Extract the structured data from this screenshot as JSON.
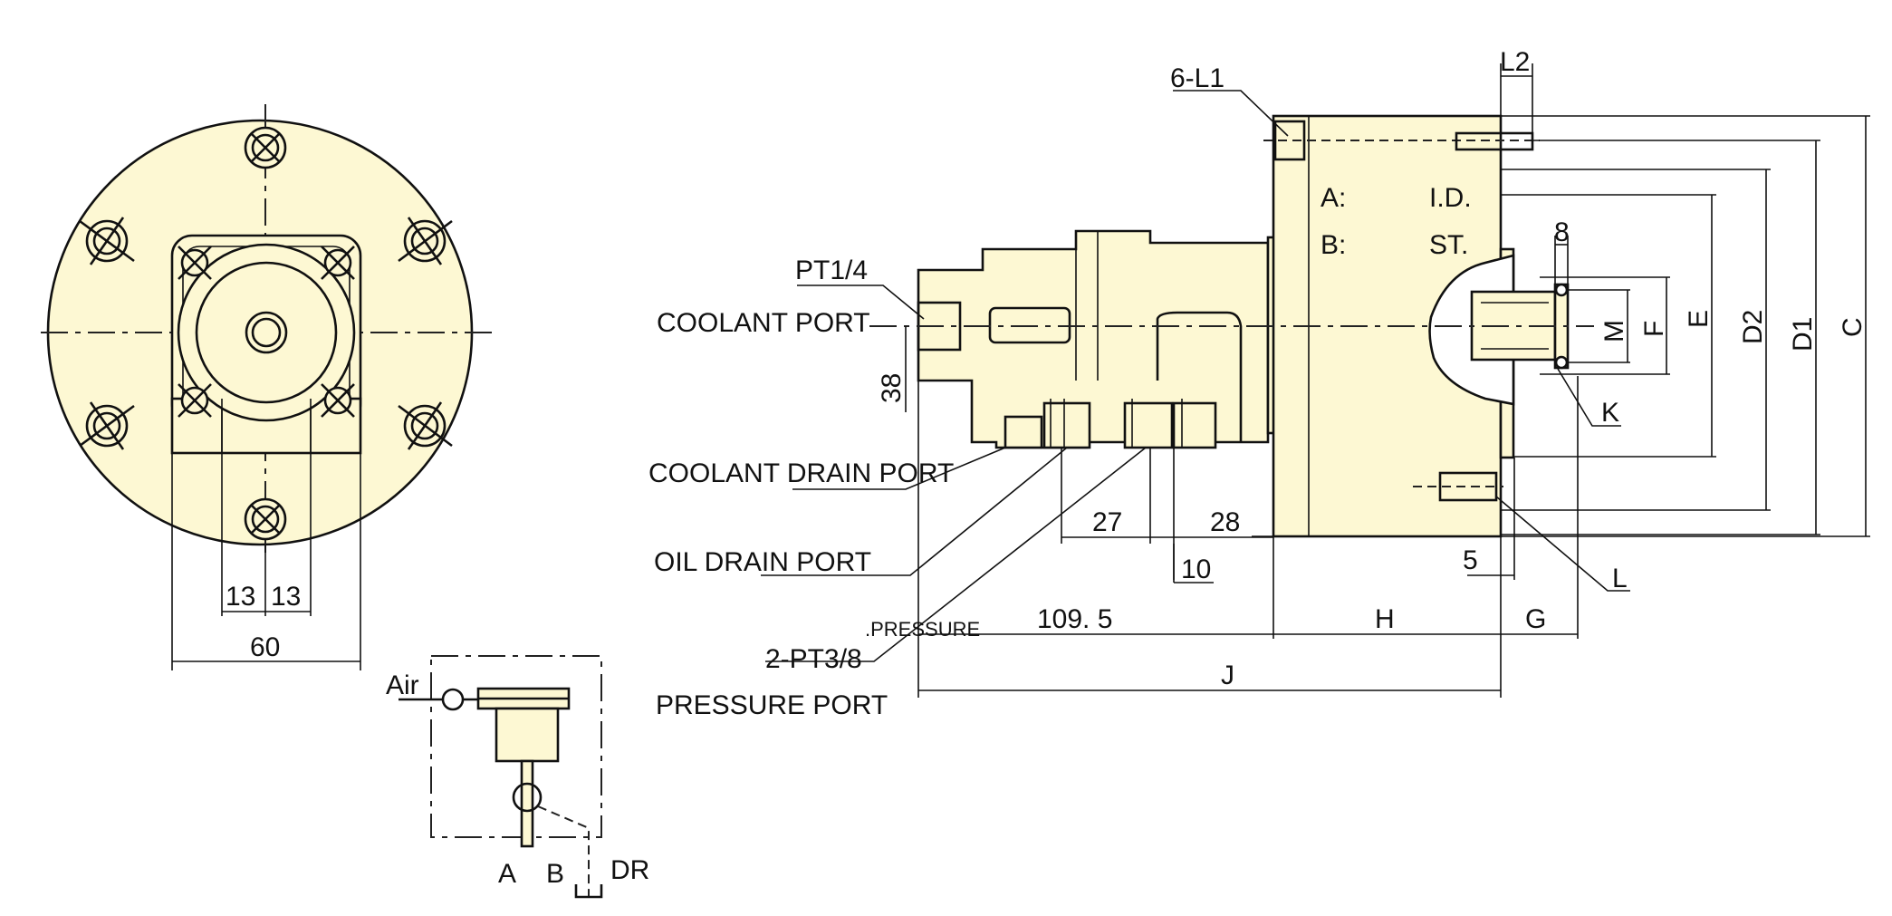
{
  "labels": {
    "ports": {
      "pt14": "PT1/4",
      "coolant_port": "COOLANT PORT",
      "coolant_drain_port": "COOLANT DRAIN PORT",
      "oil_drain_port": "OIL DRAIN PORT",
      "pressure_small": ".PRESSURE",
      "pt38": "2-PT3/8",
      "pressure_port": "PRESSURE PORT"
    },
    "fastener": "6-L1",
    "modes": {
      "a_key": "A:",
      "a_val": "I.D.",
      "b_key": "B:",
      "b_val": "ST."
    },
    "schematic": {
      "air": "Air",
      "a": "A",
      "b": "B",
      "dr": "DR"
    }
  },
  "dimensions": {
    "front": {
      "d13a": "13",
      "d13b": "13",
      "d60": "60"
    },
    "side": {
      "d38": "38",
      "d27": "27",
      "d10": "10",
      "d28": "28",
      "d1095": "109. 5",
      "H": "H",
      "J": "J",
      "G": "G",
      "d5": "5",
      "L": "L",
      "L2": "L2",
      "d8": "8",
      "K": "K",
      "M": "M",
      "F": "F",
      "E": "E",
      "D2": "D2",
      "D1": "D1",
      "C": "C"
    }
  },
  "colors": {
    "body_fill": "#fdf8d3",
    "line": "#111111",
    "background": "#ffffff"
  }
}
